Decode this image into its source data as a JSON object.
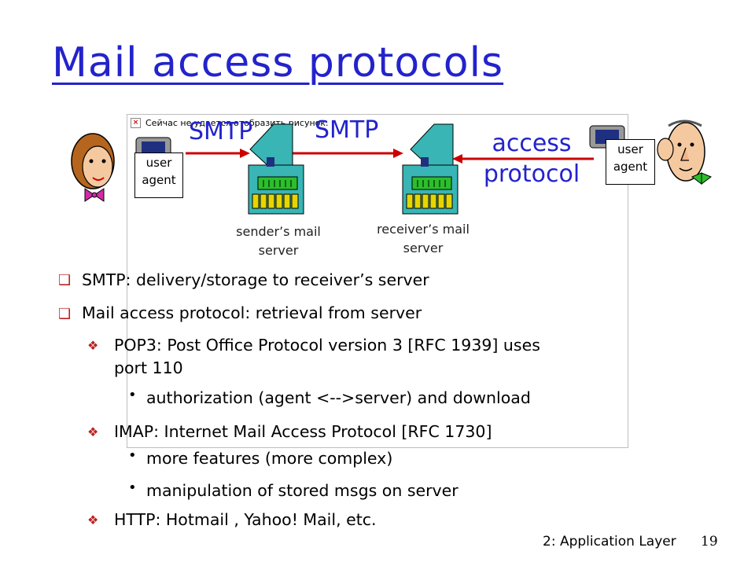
{
  "slide": {
    "title": "Mail access protocols",
    "footer": "2: Application Layer",
    "page_number": "19"
  },
  "diagram": {
    "broken_image_text": "Сейчас не удается отобразить рисунок.",
    "smtp_label_1": "SMTP",
    "smtp_label_2": "SMTP",
    "access_label_line1": "access",
    "access_label_line2": "protocol",
    "user_agent_left": [
      "user",
      "agent"
    ],
    "user_agent_right": [
      "user",
      "agent"
    ],
    "sender_server_label": [
      "sender’s mail",
      "server"
    ],
    "receiver_server_label": [
      "receiver’s mail",
      "server"
    ],
    "colors": {
      "accent_blue": "#2323cc",
      "arrow_red": "#cc0000",
      "server_teal": "#39b5b5",
      "server_green": "#2bbf2b",
      "server_yellow": "#e6d500"
    },
    "icons": [
      "woman-face-icon",
      "man-face-icon",
      "mail-server-icon",
      "computer-terminal-icon",
      "broken-image-icon"
    ]
  },
  "bullets": [
    {
      "level": 1,
      "text": "SMTP: delivery/storage to receiver’s server"
    },
    {
      "level": 1,
      "text": "Mail access protocol: retrieval from server"
    },
    {
      "level": 2,
      "text": "POP3: Post Office Protocol version 3 [RFC 1939] uses",
      "continuation": "port 110"
    },
    {
      "level": 3,
      "text": "authorization (agent <-->server) and download"
    },
    {
      "level": 2,
      "text": "IMAP: Internet Mail Access Protocol [RFC 1730]"
    },
    {
      "level": 3,
      "text": "more features (more complex)"
    },
    {
      "level": 3,
      "text": "manipulation of stored msgs on server"
    },
    {
      "level": 2,
      "text": "HTTP: Hotmail , Yahoo! Mail, etc."
    }
  ]
}
